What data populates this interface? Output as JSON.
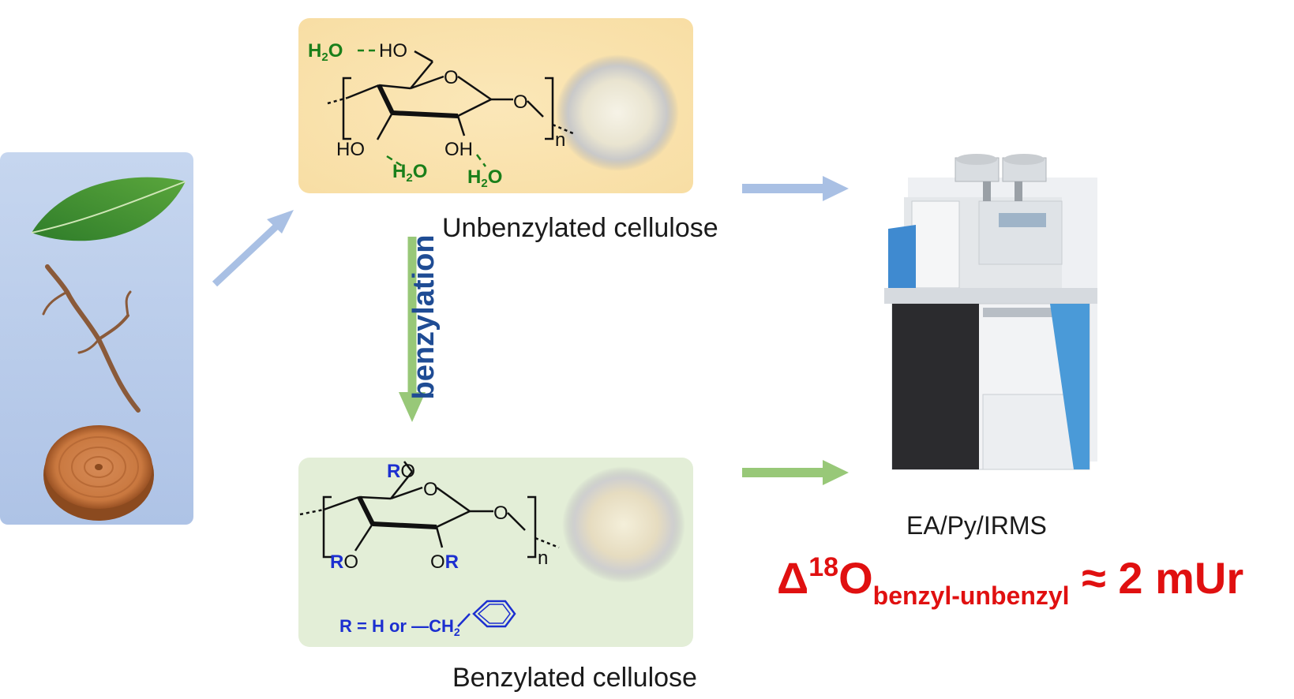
{
  "labels": {
    "unbenzylated": "Unbenzylated cellulose",
    "benzylated": "Benzylated cellulose",
    "benzylation": "benzylation",
    "instrument": "EA/Py/IRMS"
  },
  "result": {
    "delta": "Δ",
    "mass": "18",
    "element": "O",
    "subscript": "benzyl-unbenzyl",
    "value": "≈ 2 mUr"
  },
  "structure_top": {
    "water": "H",
    "water_sub": "2",
    "water_o": "O",
    "ho_ch2": "HO",
    "ring_o": "O",
    "glyco_o": "O",
    "ho3": "HO",
    "oh2": "OH",
    "repeat": "n"
  },
  "structure_bottom": {
    "ro6": "RO",
    "ring_o": "O",
    "glyco_o": "O",
    "ro3": "RO",
    "or2": "OR",
    "repeat": "n",
    "r_def": "R = H or —CH",
    "r_def_sub": "2"
  },
  "colors": {
    "result_red": "#e01010",
    "benzylation_blue": "#1f4c94",
    "water_green": "#1a7f1a",
    "r_blue": "#1c2fd0",
    "arrow_blue": "#a9c0e4",
    "arrow_green": "#98c878"
  }
}
